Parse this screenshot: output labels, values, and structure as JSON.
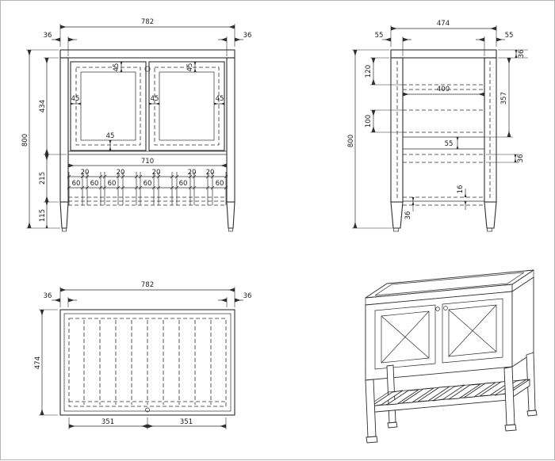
{
  "front_view": {
    "overall_width": "782",
    "side_thickness": "36",
    "overall_height": "800",
    "upper_section_height": "434",
    "middle_section_height": "215",
    "leg_height": "115",
    "door_frame_margin": "45",
    "inner_width": "710",
    "slat_gap": "20",
    "slat_width": "60"
  },
  "side_view": {
    "overall_depth": "474",
    "post_width": "55",
    "top_thickness": "36",
    "upper_rail_offset": "120",
    "mid_rail_offset": "100",
    "overall_height": "800",
    "inner_span": "400",
    "shelf_offset": "357",
    "rail_height": "55",
    "rail_thickness": "36",
    "slat_thickness": "16",
    "support_height": "36"
  },
  "top_view": {
    "overall_width": "782",
    "rim_thickness": "36",
    "overall_depth": "474",
    "door_width": "351"
  }
}
